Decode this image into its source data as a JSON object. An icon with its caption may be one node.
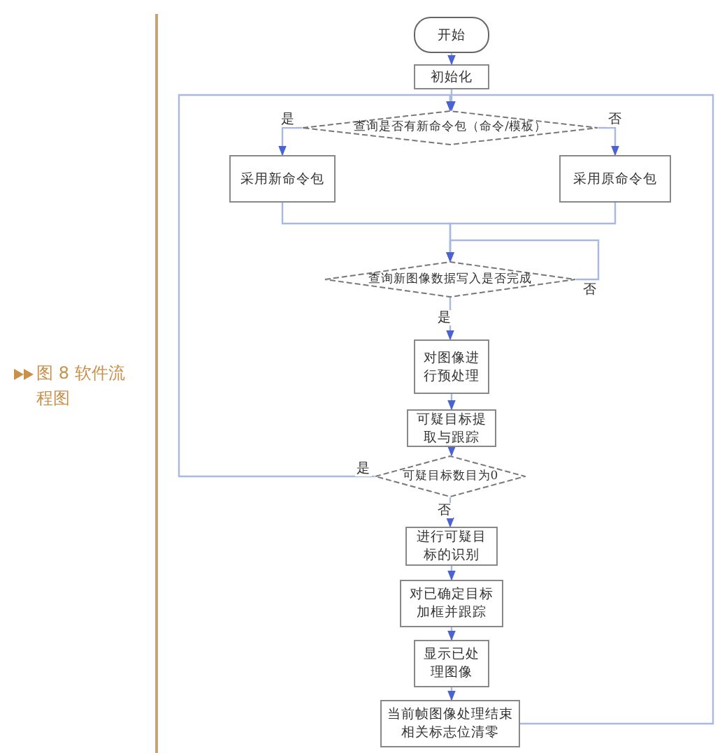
{
  "diagram": {
    "caption": "图 8 软件流程图",
    "nodes": [
      {
        "text": [
          "开始"
        ]
      },
      {
        "text": [
          "初始化"
        ]
      },
      {
        "text": [
          "查询是否有新命令包（命令/模板）"
        ]
      },
      {
        "text": [
          "采用新命令包"
        ]
      },
      {
        "text": [
          "采用原命令包"
        ]
      },
      {
        "text": [
          "查询新图像数据写入是否完成"
        ]
      },
      {
        "text": [
          "对图像进行预处理"
        ]
      },
      {
        "text": [
          "可疑目标提取与跟踪"
        ]
      },
      {
        "text": [
          "可疑目标数目为0"
        ]
      },
      {
        "text": [
          "进行可疑目标的识别"
        ]
      },
      {
        "text": [
          "对已确定目标加框并跟踪"
        ]
      },
      {
        "text": [
          "显示已处理图像"
        ]
      },
      {
        "text": [
          "当前帧图像处理结束相关标志位清零"
        ]
      }
    ],
    "edges": [
      {
        "from": 0,
        "to": 1,
        "arrow": "to"
      },
      {
        "from": 1,
        "to": 2,
        "arrow": "to"
      },
      {
        "from": 2,
        "to": 3,
        "arrow": "to",
        "label": "是"
      },
      {
        "from": 2,
        "to": 4,
        "arrow": "to",
        "label": "否"
      },
      {
        "from": 3,
        "to": 5,
        "arrow": "to"
      },
      {
        "from": 4,
        "to": 5,
        "arrow": "to"
      },
      {
        "from": 5,
        "to": 5,
        "arrow": "to",
        "label": "否"
      },
      {
        "from": 5,
        "to": 6,
        "arrow": "to",
        "label": "是"
      },
      {
        "from": 6,
        "to": 7,
        "arrow": "to"
      },
      {
        "from": 7,
        "to": 8,
        "arrow": "to"
      },
      {
        "from": 8,
        "to": 2,
        "arrow": "to",
        "label": "是"
      },
      {
        "from": 8,
        "to": 9,
        "arrow": "to",
        "label": "否"
      },
      {
        "from": 9,
        "to": 10,
        "arrow": "to"
      },
      {
        "from": 10,
        "to": 11,
        "arrow": "to"
      },
      {
        "from": 11,
        "to": 12,
        "arrow": "to"
      },
      {
        "from": 12,
        "to": 2,
        "arrow": "to"
      }
    ]
  }
}
